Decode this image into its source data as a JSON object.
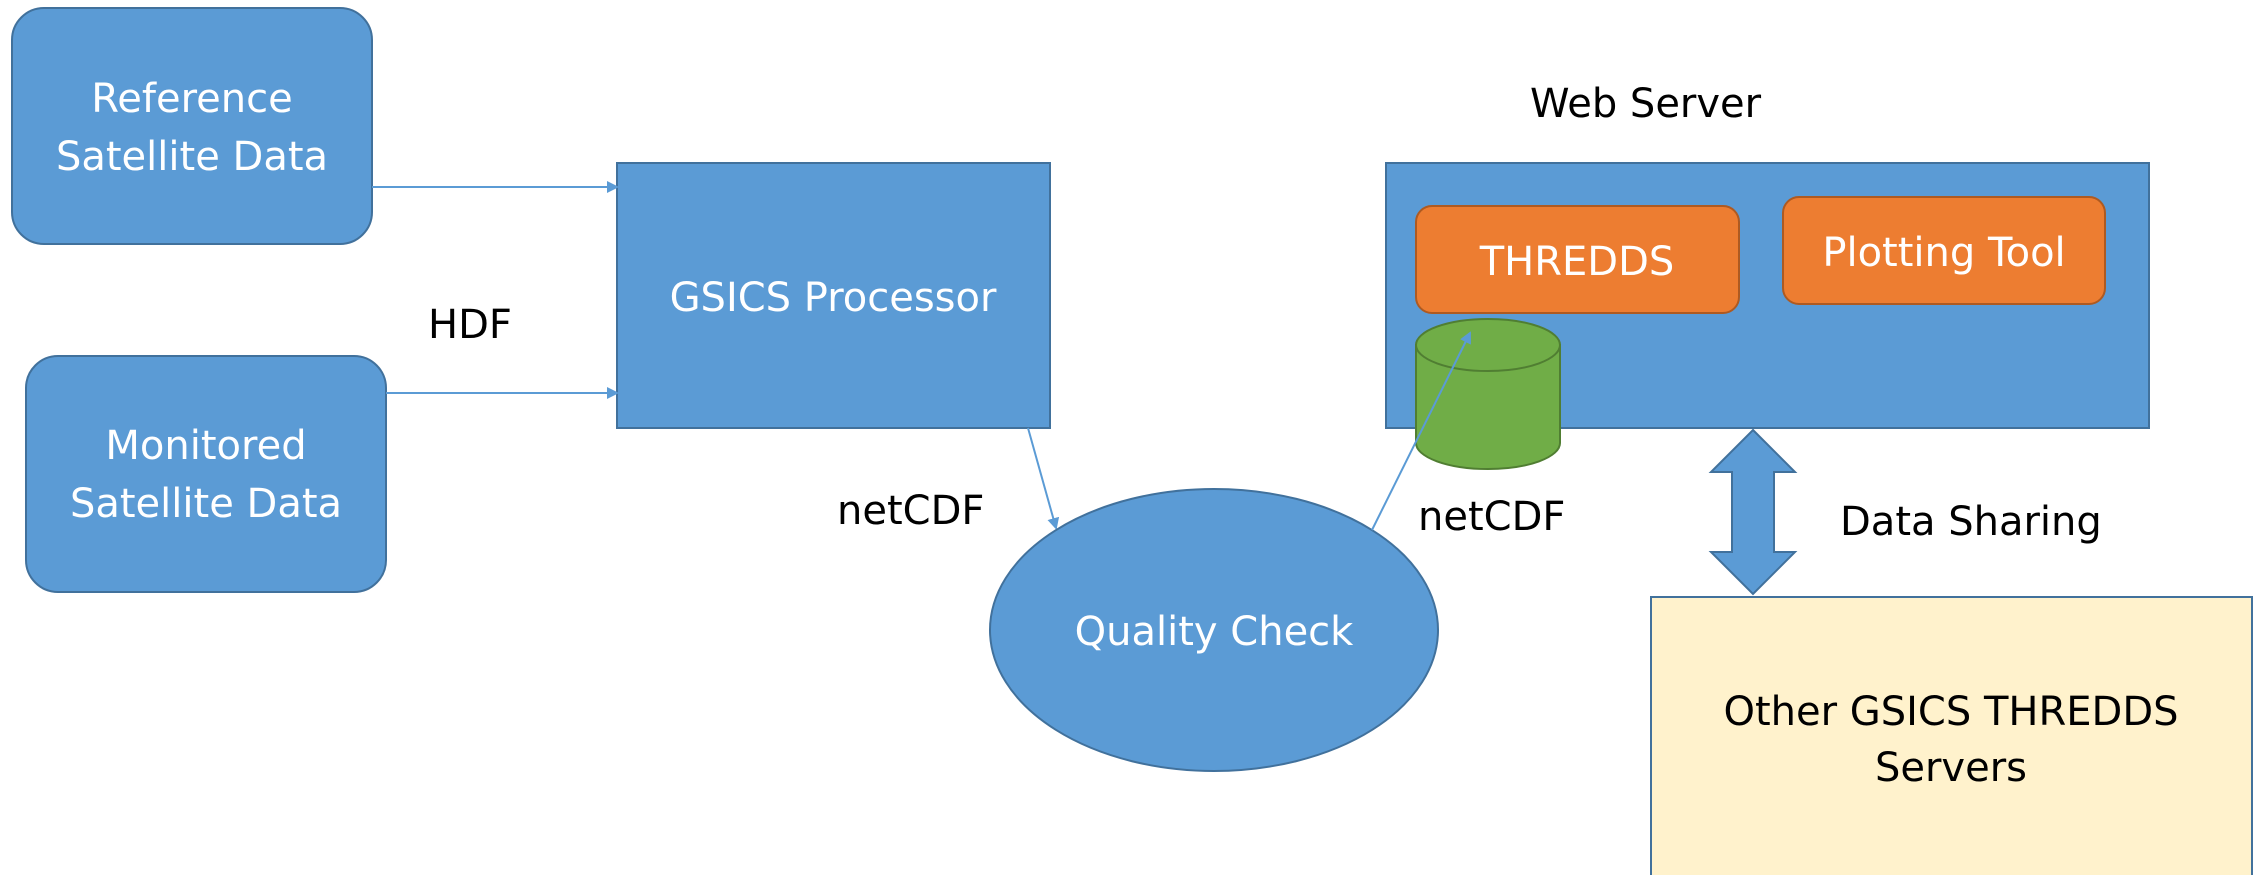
{
  "colors": {
    "blue_fill": "#5b9bd5",
    "blue_stroke": "#41719c",
    "orange_fill": "#ed7d31",
    "green_fill": "#70ad47",
    "cream_fill": "#fff2cc",
    "arrow_color": "#5b9bd5"
  },
  "nodes": {
    "reference_line1": "Reference",
    "reference_line2": "Satellite Data",
    "monitored_line1": "Monitored",
    "monitored_line2": "Satellite Data",
    "processor": "GSICS Processor",
    "quality_check": "Quality Check",
    "web_server_title": "Web Server",
    "thredds": "THREDDS",
    "plotting_tool": "Plotting Tool",
    "other_servers_line1": "Other GSICS THREDDS",
    "other_servers_line2": "Servers"
  },
  "labels": {
    "hdf": "HDF",
    "netcdf_left": "netCDF",
    "netcdf_right": "netCDF",
    "data_sharing": "Data Sharing"
  },
  "icons": {
    "database": "database-cylinder-icon",
    "bidirectional_arrow": "double-arrow-icon"
  }
}
